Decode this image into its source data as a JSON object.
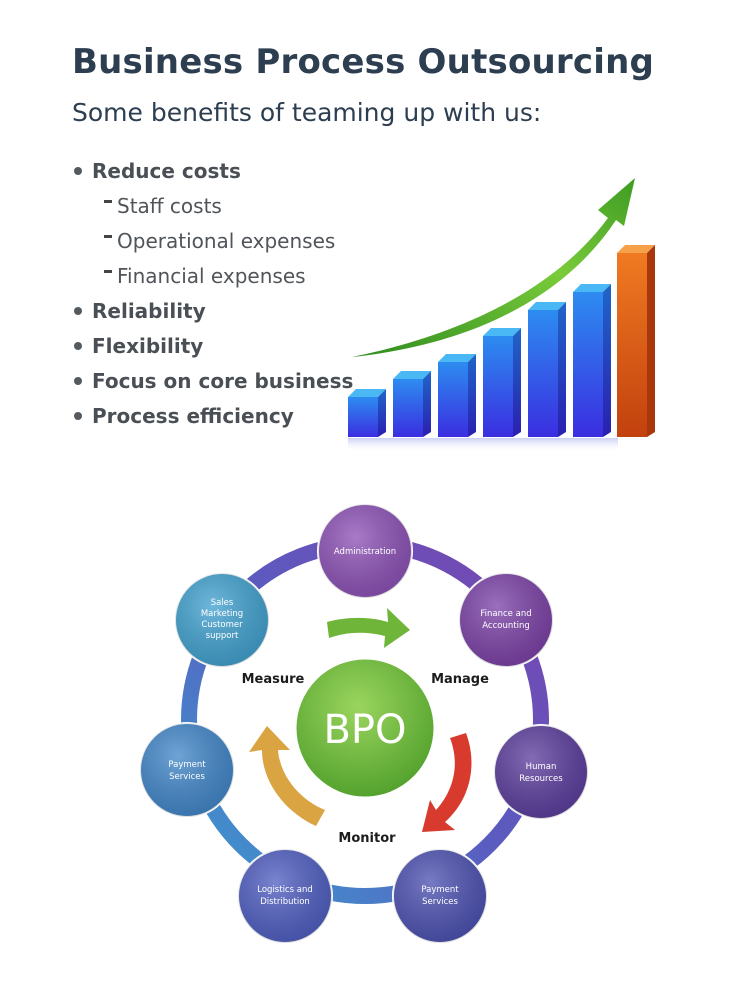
{
  "header": {
    "title": "Business Process Outsourcing",
    "subtitle": "Some benefits of teaming up with us:"
  },
  "benefits": [
    {
      "label": "Reduce costs",
      "level": 1
    },
    {
      "label": "Staff costs",
      "level": 2
    },
    {
      "label": "Operational expenses",
      "level": 2
    },
    {
      "label": "Financial expenses",
      "level": 2
    },
    {
      "label": "Reliability",
      "level": 1
    },
    {
      "label": "Flexibility",
      "level": 1
    },
    {
      "label": "Focus on core business",
      "level": 1
    },
    {
      "label": "Process efficiency",
      "level": 1
    }
  ],
  "growth_graphic": {
    "icon": "growth-chart-icon",
    "bars": 7,
    "colors": {
      "bar": "#2f5be8",
      "bar_top": "#43b6f0",
      "last_bar": "#e3571e",
      "arrow": "#4cae1e"
    }
  },
  "bpo_cycle": {
    "center": "BPO",
    "stages": {
      "measure": "Measure",
      "manage": "Manage",
      "monitor": "Monitor"
    },
    "nodes": [
      {
        "lines": [
          "Administration"
        ],
        "color": "#8b4fb5"
      },
      {
        "lines": [
          "Finance and",
          "Accounting"
        ],
        "color": "#7a3fa6"
      },
      {
        "lines": [
          "Human",
          "Resources"
        ],
        "color": "#5a3b9c"
      },
      {
        "lines": [
          "Payment",
          "Services"
        ],
        "color": "#4a4fb0"
      },
      {
        "lines": [
          "Logistics and",
          "Distribution"
        ],
        "color": "#4d5cc0"
      },
      {
        "lines": [
          "Payment",
          "Services"
        ],
        "color": "#3f85c8"
      },
      {
        "lines": [
          "Sales",
          "Marketing",
          "Customer",
          "support"
        ],
        "color": "#3fa0cf"
      }
    ],
    "colors": {
      "center": "#6fbe3c",
      "ring_blue": "#3a9ed0",
      "ring_purple": "#7a44b0",
      "arrow_green": "#6fb53a",
      "arrow_red": "#d93a2e",
      "arrow_gold": "#d9a441"
    }
  }
}
